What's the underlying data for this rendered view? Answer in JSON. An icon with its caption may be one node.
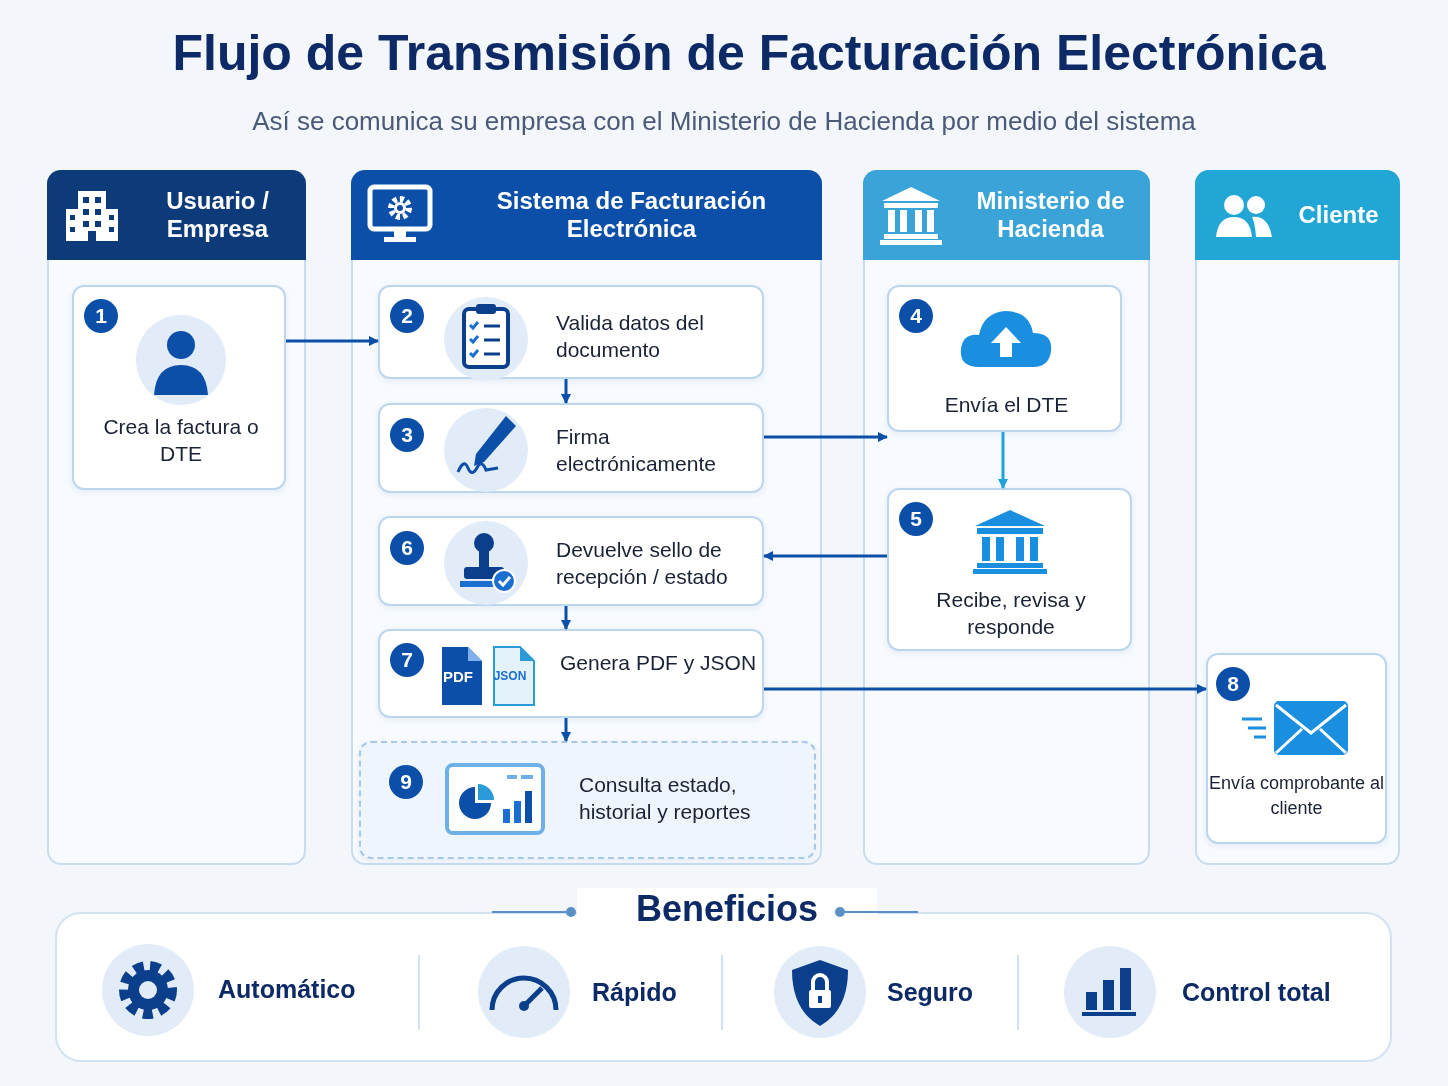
{
  "diagram": {
    "title": "Flujo de Transmisión de Facturación Electrónica",
    "nodes": [
      {
        "text": [
          "Usuario / Empresa"
        ]
      },
      {
        "text": [
          "1",
          "Crea la factura o DTE"
        ],
        "in": 0
      },
      {
        "text": [
          "Sistema de Facturación Electrónica"
        ]
      },
      {
        "text": [
          "2",
          "Valida datos del documento"
        ],
        "in": 2
      },
      {
        "text": [
          "3",
          "Firma electrónicamente"
        ],
        "in": 2
      },
      {
        "text": [
          "6",
          "Devuelve sello de recepción / estado"
        ],
        "in": 2
      },
      {
        "text": [
          "7",
          "Genera PDF y JSON"
        ],
        "in": 2
      },
      {
        "text": [
          "9",
          "Consulta estado, historial y reportes"
        ],
        "in": 2
      },
      {
        "text": [
          "Ministerio de Hacienda"
        ]
      },
      {
        "text": [
          "4",
          "Envía el DTE"
        ],
        "in": 8
      },
      {
        "text": [
          "5",
          "Recibe, revisa y responde"
        ],
        "in": 8
      },
      {
        "text": [
          "Cliente"
        ]
      },
      {
        "text": [
          "8",
          "Envía comprobante al cliente"
        ],
        "in": 11
      },
      {
        "text": [
          "Beneficios"
        ]
      }
    ],
    "edges": [
      {
        "from": 1,
        "to": 3,
        "arrow": "to"
      },
      {
        "from": 3,
        "to": 4,
        "arrow": "to"
      },
      {
        "from": 4,
        "to": 9,
        "arrow": "to"
      },
      {
        "from": 9,
        "to": 10,
        "arrow": "to",
        "color": "#1fa3dc"
      },
      {
        "from": 10,
        "to": 5,
        "arrow": "to"
      },
      {
        "from": 5,
        "to": 6,
        "arrow": "to"
      },
      {
        "from": 6,
        "to": 7,
        "arrow": "to"
      },
      {
        "from": 6,
        "to": 12,
        "arrow": "to"
      }
    ],
    "labels": [
      "Así se comunica su empresa con el Ministerio de Hacienda por medio del sistema",
      "PDF",
      "JSON",
      "Automático",
      "Rápido",
      "Seguro",
      "Control total"
    ]
  }
}
